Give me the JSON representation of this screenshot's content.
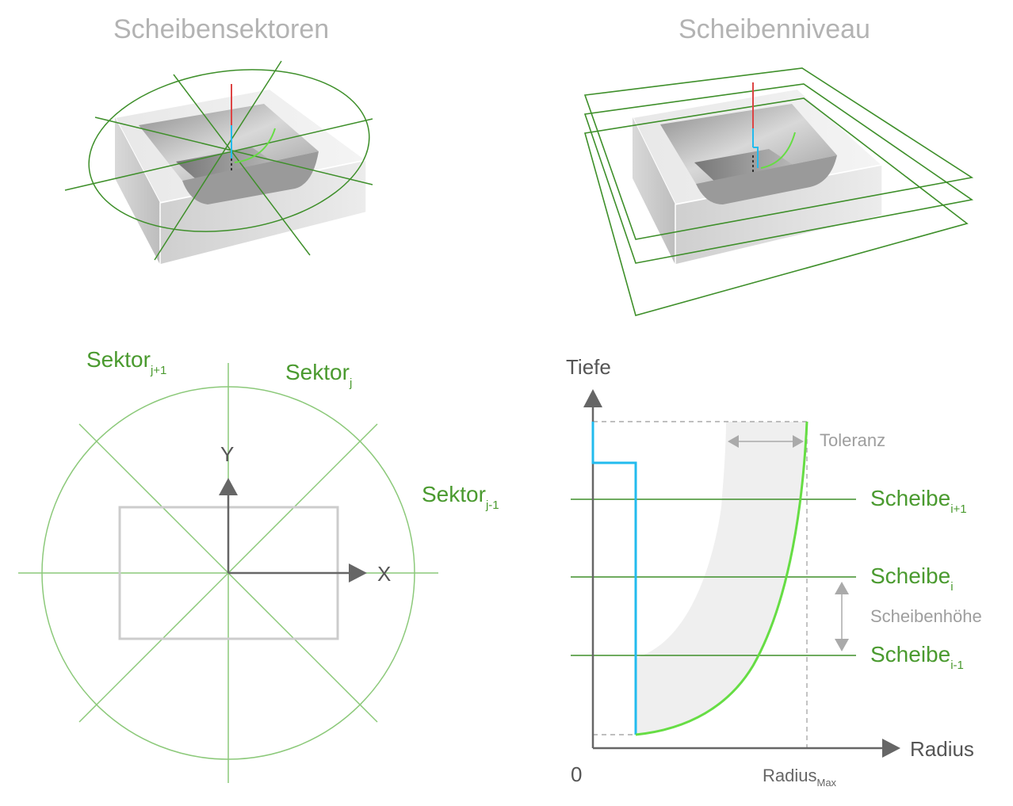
{
  "titles": {
    "left": "Scheibensektoren",
    "right": "Scheibenniveau"
  },
  "sector_diagram": {
    "sector_top_left": {
      "base": "Sektor",
      "sub": "j+1"
    },
    "sector_top": {
      "base": "Sektor",
      "sub": "j"
    },
    "sector_right": {
      "base": "Sektor",
      "sub": "j-1"
    },
    "axis_y": "Y",
    "axis_x": "X"
  },
  "depth_chart": {
    "y_axis_label": "Tiefe",
    "x_axis_label": "Radius",
    "origin_label": "0",
    "radius_max": {
      "base": "Radius",
      "sub": "Max"
    },
    "tolerance_label": "Toleranz",
    "slice_height_label": "Scheibenhöhe",
    "slices": [
      {
        "base": "Scheibe",
        "sub": "i+1"
      },
      {
        "base": "Scheibe",
        "sub": "i"
      },
      {
        "base": "Scheibe",
        "sub": "i-1"
      }
    ]
  },
  "colors": {
    "green_line": "#4a9a2f",
    "light_green": "#8cc97a",
    "bright_green": "#66dd44",
    "cyan": "#22bbee",
    "red": "#dd4444",
    "gray_axis": "#666666",
    "gray_text": "#9e9e9e",
    "title_gray": "#b3b3b3"
  }
}
